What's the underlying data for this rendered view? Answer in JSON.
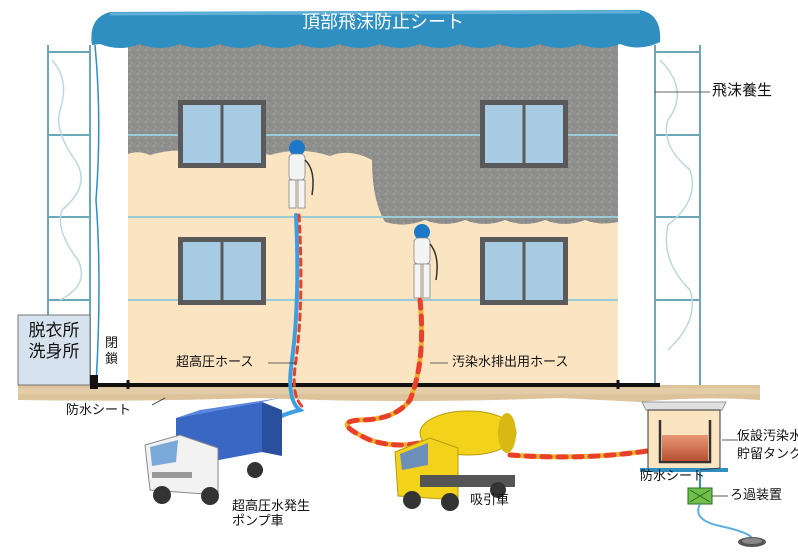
{
  "labels": {
    "top_sheet": "頂部飛沫防止シート",
    "splash_protection": "飛沫養生",
    "changing_room_line1": "脱衣所",
    "changing_room_line2": "洗身所",
    "closed_char1": "閉",
    "closed_char2": "鎖",
    "high_pressure_hose": "超高圧ホース",
    "waste_water_hose": "汚染水排出用ホース",
    "waterproof_sheet_left": "防水シート",
    "pump_truck_line1": "超高圧水発生",
    "pump_truck_line2": "ポンプ車",
    "suction_truck": "吸引車",
    "temp_tank_line1": "仮設汚染水",
    "temp_tank_line2": "貯留タンク",
    "waterproof_sheet_right": "防水シート",
    "filter_device": "ろ過装置"
  },
  "colors": {
    "sheet_blue": "#2e8fc0",
    "wall_cream": "#fbe4c2",
    "stone_gray": "#8f8f8d",
    "ground_tan": "#dcc39a",
    "truck_blue": "#3a66c4",
    "truck_yellow": "#f2d21a",
    "hose_red": "#e8402a",
    "hose_blue": "#3aa0e0"
  },
  "icons": [
    "worker-figure-icon",
    "truck-icon",
    "tank-icon",
    "filter-icon",
    "manhole-icon"
  ]
}
